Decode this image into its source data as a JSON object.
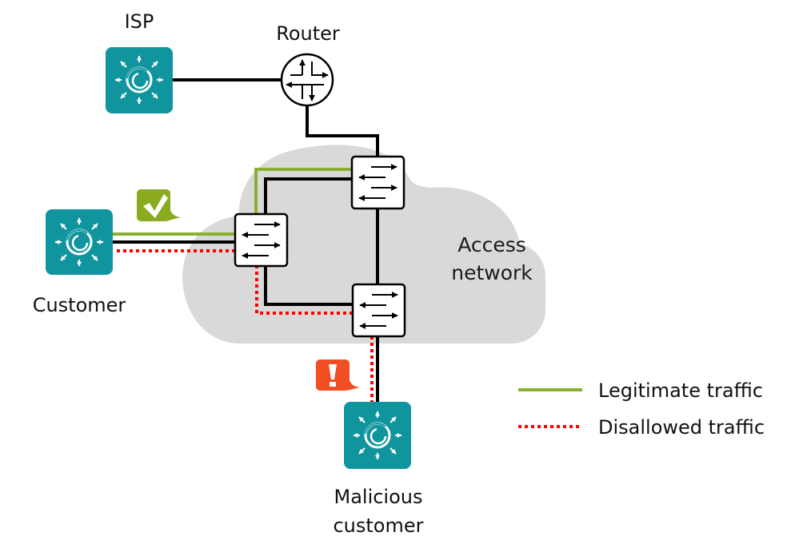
{
  "nodes": {
    "isp": {
      "label": "ISP",
      "icon": "isp-hub-icon"
    },
    "router": {
      "label": "Router",
      "icon": "router-icon"
    },
    "customer": {
      "label": "Customer",
      "icon": "customer-hub-icon"
    },
    "malicious": {
      "label_line1": "Malicious",
      "label_line2": "customer",
      "icon": "malicious-customer-hub-icon"
    },
    "switches": [
      {
        "id": "switch-left",
        "icon": "switch-icon"
      },
      {
        "id": "switch-top",
        "icon": "switch-icon"
      },
      {
        "id": "switch-bottom",
        "icon": "switch-icon"
      }
    ]
  },
  "cloud": {
    "label_line1": "Access",
    "label_line2": "network"
  },
  "badges": {
    "allowed": {
      "icon": "checkmark-bubble-icon"
    },
    "blocked": {
      "icon": "exclamation-bubble-icon"
    }
  },
  "legend": {
    "items": [
      {
        "label": "Legitimate traffic",
        "style": "solid",
        "color": "#8ab030"
      },
      {
        "label": "Disallowed traffic",
        "style": "dotted",
        "color": "#ff0000"
      }
    ]
  },
  "colors": {
    "teal": "#10959f",
    "cloud": "#d9d9d9",
    "legitimate": "#8ab030",
    "disallowed": "#ff0000",
    "check_bubble": "#8aab1f",
    "alert_bubble": "#f04e23"
  }
}
